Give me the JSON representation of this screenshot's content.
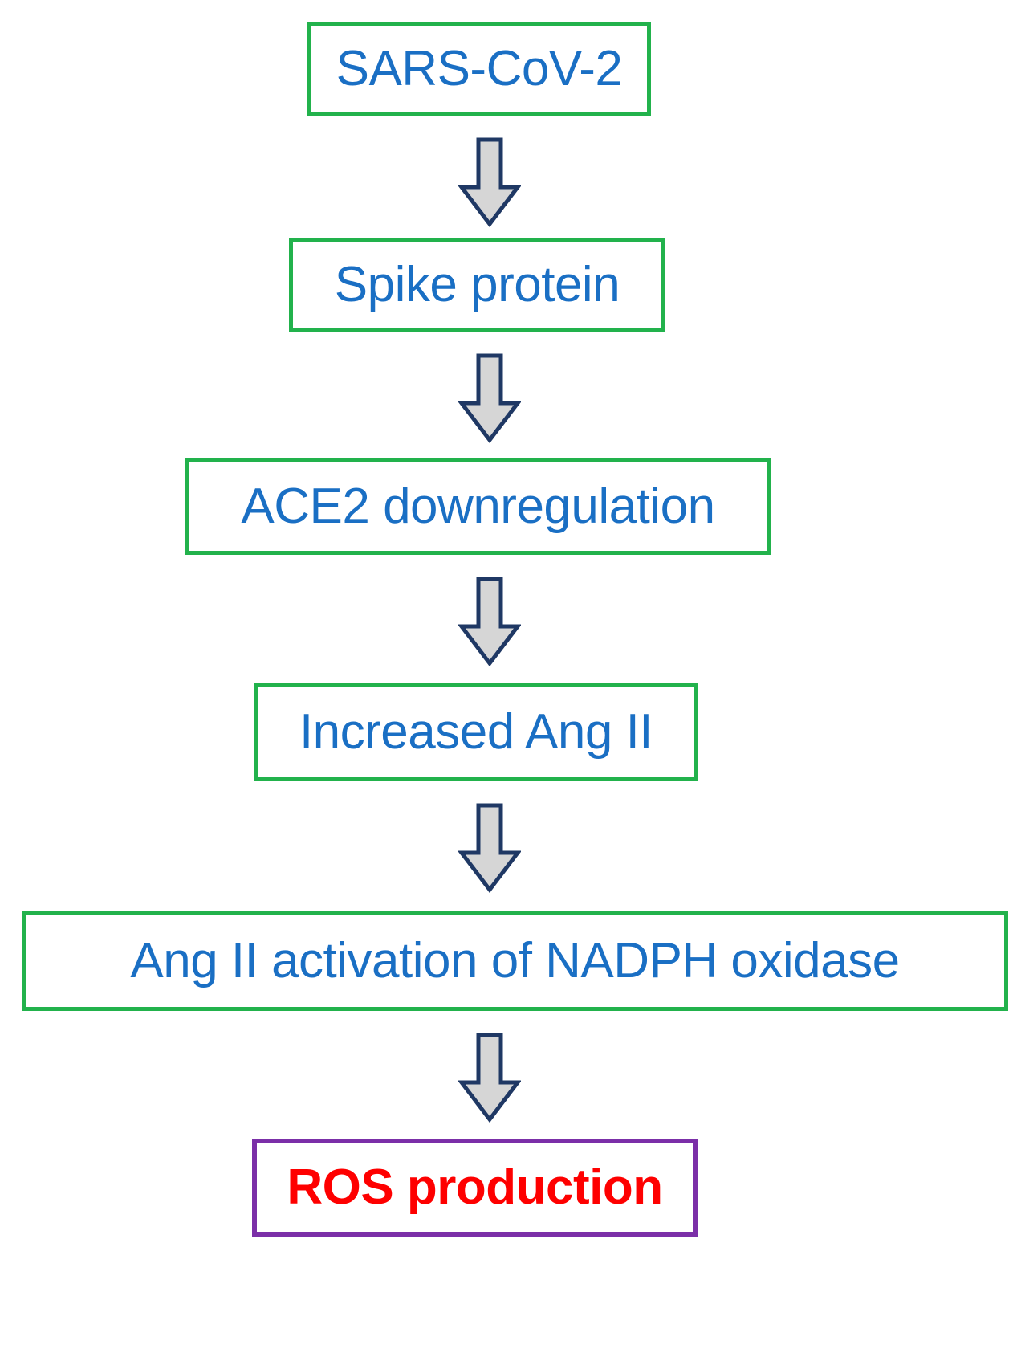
{
  "diagram": {
    "type": "flowchart",
    "orientation": "vertical",
    "title": "SARS-CoV-2 to ROS production pathway",
    "background_color": "#ffffff",
    "colors": {
      "node_border_green": "#22b24c",
      "node_border_purple": "#7b2fa8",
      "node_text_blue": "#1a6fc4",
      "node_text_red": "#fe0000",
      "arrow_fill": "#d6d6d6",
      "arrow_stroke": "#1f3864"
    },
    "nodes": [
      {
        "id": "virus",
        "label": "SARS-CoV-2",
        "border_color": "#22b24c",
        "text_color": "#1a6fc4",
        "bold": false
      },
      {
        "id": "spike",
        "label": "Spike protein",
        "border_color": "#22b24c",
        "text_color": "#1a6fc4",
        "bold": false
      },
      {
        "id": "ace2",
        "label": "ACE2 downregulation",
        "border_color": "#22b24c",
        "text_color": "#1a6fc4",
        "bold": false
      },
      {
        "id": "angii",
        "label": "Increased Ang II",
        "border_color": "#22b24c",
        "text_color": "#1a6fc4",
        "bold": false
      },
      {
        "id": "nadph",
        "label": "Ang II activation of NADPH oxidase",
        "border_color": "#22b24c",
        "text_color": "#1a6fc4",
        "bold": false
      },
      {
        "id": "ros",
        "label": "ROS production",
        "border_color": "#7b2fa8",
        "text_color": "#fe0000",
        "bold": true
      }
    ],
    "connectors": [
      {
        "id": "arrow-1",
        "from": "virus",
        "to": "spike",
        "icon": "down-block-arrow-icon"
      },
      {
        "id": "arrow-2",
        "from": "spike",
        "to": "ace2",
        "icon": "down-block-arrow-icon"
      },
      {
        "id": "arrow-3",
        "from": "ace2",
        "to": "angii",
        "icon": "down-block-arrow-icon"
      },
      {
        "id": "arrow-4",
        "from": "angii",
        "to": "nadph",
        "icon": "down-block-arrow-icon"
      },
      {
        "id": "arrow-5",
        "from": "nadph",
        "to": "ros",
        "icon": "down-block-arrow-icon"
      }
    ]
  }
}
